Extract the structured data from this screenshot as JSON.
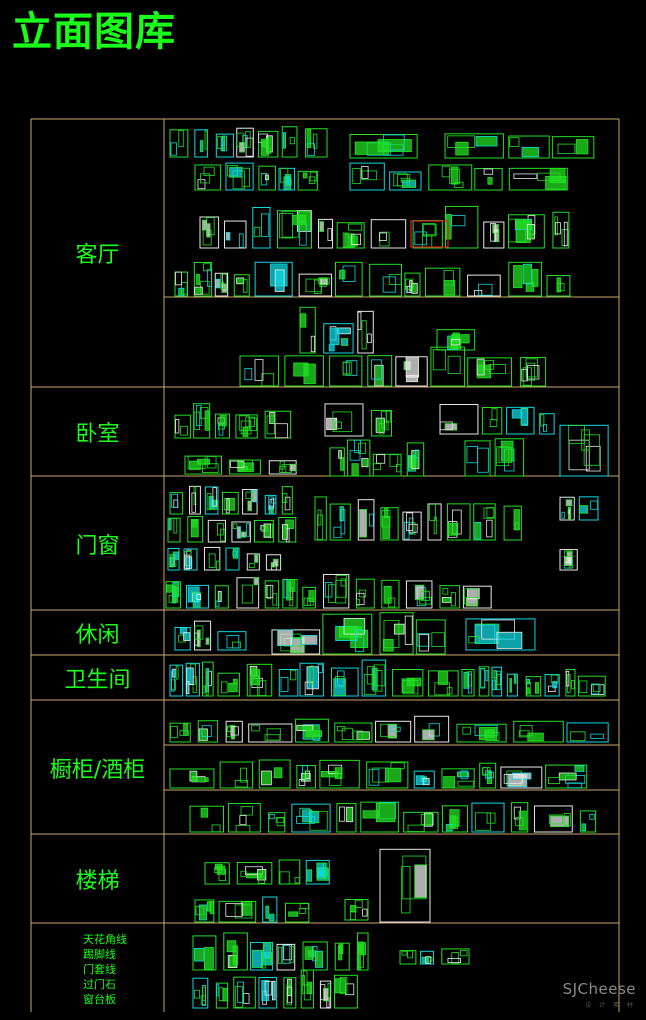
{
  "page_title": "立面图库",
  "categories": [
    {
      "id": "living-room",
      "label": "客厅"
    },
    {
      "id": "bedroom",
      "label": "卧室"
    },
    {
      "id": "doors-windows",
      "label": "门窗"
    },
    {
      "id": "leisure",
      "label": "休闲"
    },
    {
      "id": "bathroom",
      "label": "卫生间"
    },
    {
      "id": "cabinets",
      "label": "橱柜/酒柜"
    },
    {
      "id": "stairs",
      "label": "楼梯"
    }
  ],
  "misc_items": [
    "天花角线",
    "踢脚线",
    "门套线",
    "过门石",
    "窗台板"
  ],
  "watermark": "SJCheese",
  "watermark_sub": "设 计 素 材",
  "colors": {
    "title": "#1aff1a",
    "grid": "#c8a86a",
    "thumb_green": "#22e022",
    "thumb_cyan": "#10d8e0",
    "thumb_white": "#e8e8e8",
    "thumb_red": "#e02020"
  }
}
